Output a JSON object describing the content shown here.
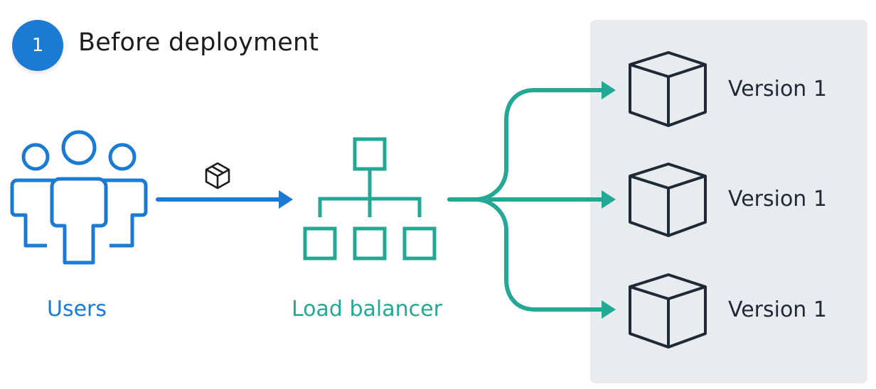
{
  "step": {
    "number": "1",
    "title": "Before deployment"
  },
  "users": {
    "label": "Users",
    "icon": "users-group-icon"
  },
  "request": {
    "icon": "package-icon"
  },
  "load_balancer": {
    "label": "Load balancer",
    "icon": "network-hierarchy-icon"
  },
  "servers": [
    {
      "label": "Version 1",
      "icon": "cube-icon"
    },
    {
      "label": "Version 1",
      "icon": "cube-icon"
    },
    {
      "label": "Version 1",
      "icon": "cube-icon"
    }
  ],
  "colors": {
    "badge": "#1a7ad4",
    "users": "#1a7ad4",
    "load_balancer": "#22a894",
    "server_panel": "#e9ecef",
    "server_icon": "#1f2937"
  }
}
